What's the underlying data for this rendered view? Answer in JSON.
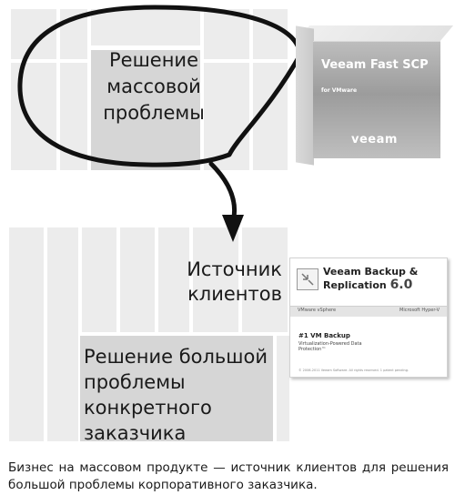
{
  "diagram": {
    "bubble_label": "Решение массовой проблемы",
    "source_label": "Источник клиентов",
    "big_problem_label": "Решение большой проблемы конкретного заказчика",
    "caption": "Бизнес на массовом продукте — источник клиентов для решения большой проблемы корпоративного заказчика."
  },
  "product_box": {
    "title": "Veeam Fast SCP",
    "subtitle": "for VMware",
    "brand": "veeam"
  },
  "product_card": {
    "title": "Veeam Backup & Replication",
    "version": "6.0",
    "left_tag": "VMware vSphere",
    "right_tag": "Microsoft Hyper-V",
    "headline": "#1 VM Backup",
    "tagline": "Virtualization-Powered Data Protection™",
    "copyright": "© 2006-2011 Veeam Software. All rights reserved. 1 patent pending."
  },
  "colors": {
    "grid_light": "#ececec",
    "grid_dark": "#d6d6d6",
    "ink": "#1a1a1a"
  }
}
